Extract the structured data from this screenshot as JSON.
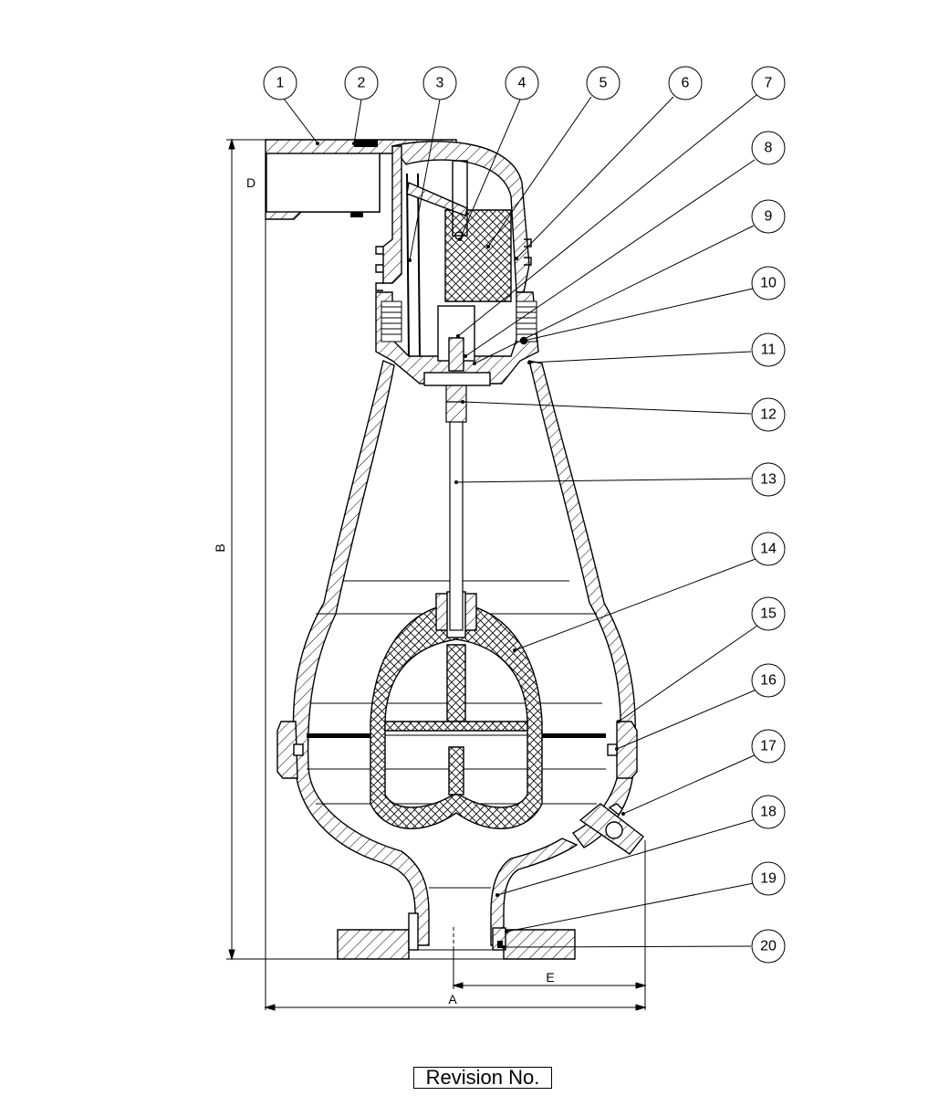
{
  "callouts": [
    "1",
    "2",
    "3",
    "4",
    "5",
    "6",
    "7",
    "8",
    "9",
    "10",
    "11",
    "12",
    "13",
    "14",
    "15",
    "16",
    "17",
    "18",
    "19",
    "20"
  ],
  "dimensions": {
    "a": "A",
    "b": "B",
    "d": "D",
    "e": "E"
  },
  "revision_label": "Revision No."
}
